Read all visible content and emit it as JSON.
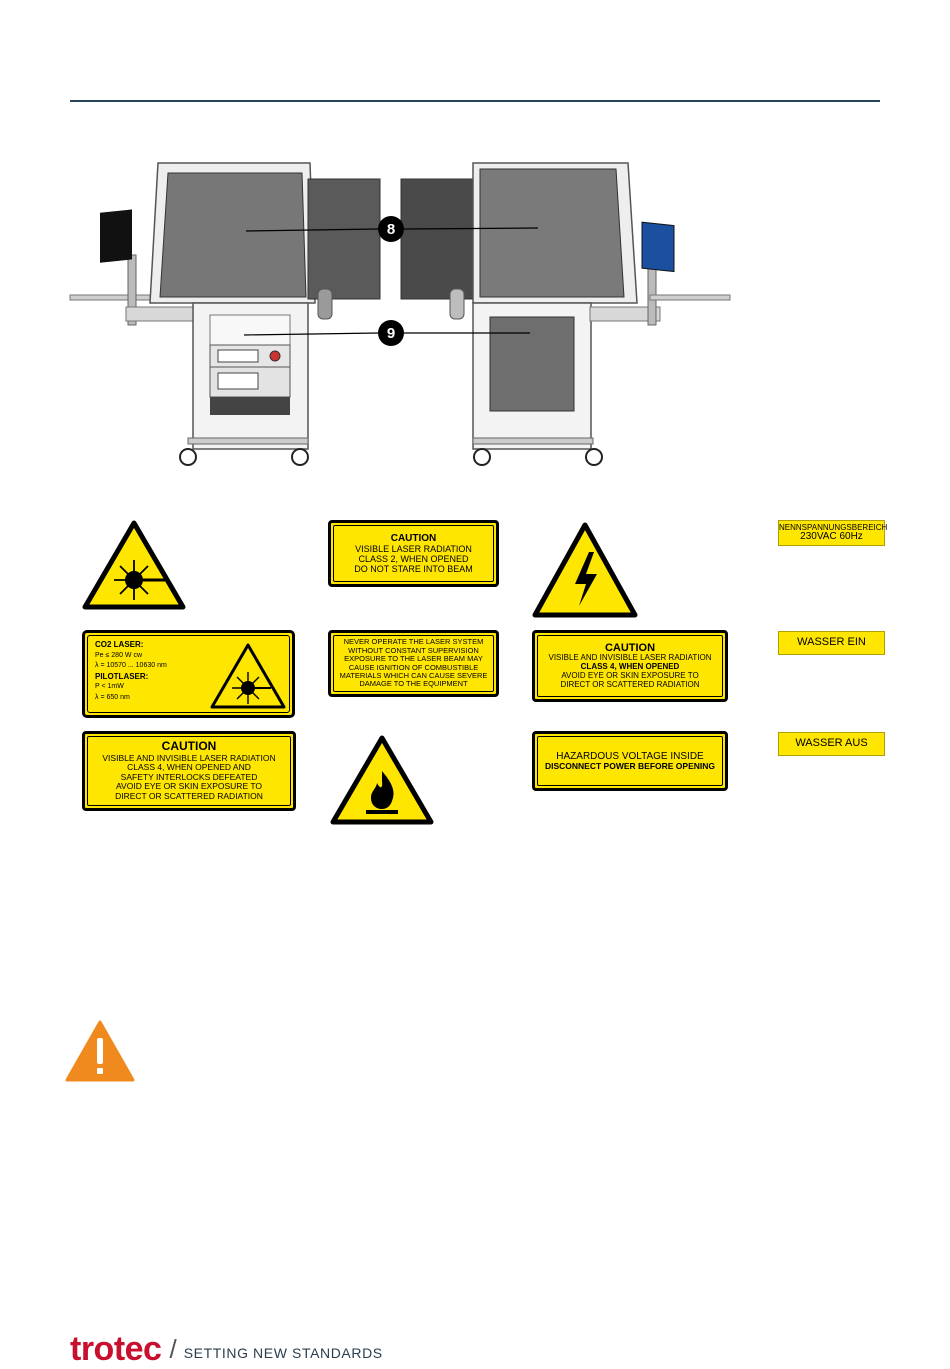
{
  "colors": {
    "rule": "#24455c",
    "label_yellow": "#ffe600",
    "warning_orange": "#f08a1e",
    "brand_red": "#c8102e"
  },
  "figure": {
    "callouts": [
      "8",
      "9"
    ]
  },
  "labels": {
    "class2": {
      "title": "CAUTION",
      "lines": [
        "VISIBLE LASER RADIATION",
        "CLASS 2, WHEN OPENED",
        "DO NOT STARE INTO BEAM"
      ]
    },
    "never_operate": {
      "lines": [
        "NEVER OPERATE THE LASER SYSTEM",
        "WITHOUT CONSTANT SUPERVISION",
        "EXPOSURE TO THE LASER BEAM MAY",
        "CAUSE IGNITION OF COMBUSTIBLE",
        "MATERIALS WHICH CAN CAUSE SEVERE",
        "DAMAGE TO THE EQUIPMENT"
      ]
    },
    "class4_opened": {
      "title": "CAUTION",
      "lines": [
        "VISIBLE AND INVISIBLE LASER RADIATION",
        "CLASS 4, WHEN OPENED",
        "AVOID EYE OR SKIN EXPOSURE TO",
        "DIRECT OR SCATTERED RADIATION"
      ]
    },
    "class4_interlocks": {
      "title": "CAUTION",
      "lines": [
        "VISIBLE AND INVISIBLE LASER RADIATION",
        "CLASS 4, WHEN OPENED AND",
        "SAFETY INTERLOCKS DEFEATED",
        "AVOID EYE OR SKIN EXPOSURE TO",
        "DIRECT OR SCATTERED RADIATION"
      ]
    },
    "hazardous_voltage": {
      "lines": [
        "HAZARDOUS VOLTAGE INSIDE",
        "DISCONNECT POWER BEFORE OPENING"
      ]
    },
    "co2": {
      "co2_title": "CO2 LASER:",
      "pe": "Pe ≤ 280 W cw",
      "lambda1": "λ = 10570 ... 10630 nm",
      "pilot_title": "PILOTLASER:",
      "p": "P < 1mW",
      "lambda2": "λ = 650 nm"
    }
  },
  "tags": {
    "voltage_l1": "NENNSPANNUNGSBEREICH",
    "voltage_l2": "230VAC 60Hz",
    "water_in": "WASSER EIN",
    "water_out": "WASSER AUS"
  },
  "footer": {
    "logo": "trotec",
    "slash": "/",
    "tagline": "SETTING NEW STANDARDS"
  }
}
